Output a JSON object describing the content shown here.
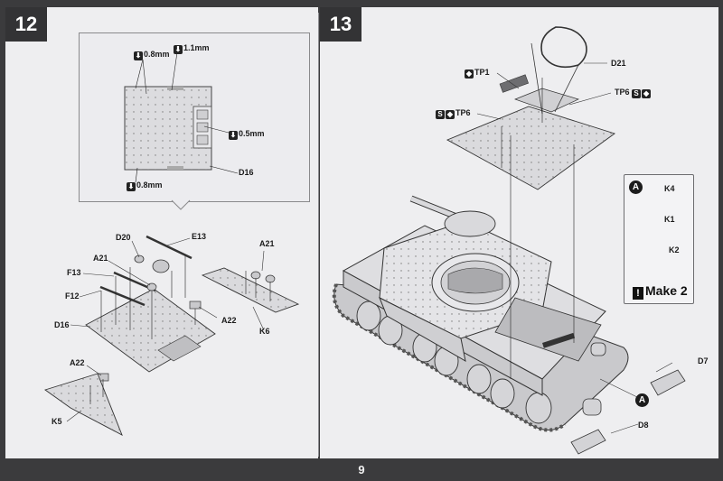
{
  "page": {
    "number": "9"
  },
  "step12": {
    "number": "12",
    "callout_labels": {
      "m08_top": "0.8mm",
      "m11": "1.1mm",
      "m05": "0.5mm",
      "m08_bottom": "0.8mm",
      "d16": "D16"
    },
    "labels": {
      "d20": "D20",
      "e13": "E13",
      "a21_left": "A21",
      "a21_right": "A21",
      "f13": "F13",
      "f12": "F12",
      "d16": "D16",
      "a22_mid": "A22",
      "a22_left": "A22",
      "k6": "K6",
      "k5": "K5"
    }
  },
  "step13": {
    "number": "13",
    "labels": {
      "d21": "D21",
      "tp1": "TP1",
      "tp6_right": "TP6",
      "tp6_left": "TP6",
      "d7": "D7",
      "d8": "D8"
    },
    "marker": "A",
    "legend": {
      "marker": "A",
      "k4": "K4",
      "k1": "K1",
      "k2": "K2",
      "make": "Make 2"
    }
  },
  "colors": {
    "background": "#3b3b3d",
    "sheet": "#eeeef0",
    "step_box": "#333335",
    "ink": "#1b1b1b",
    "part_fill": "#d9d9dc"
  },
  "icons": [
    "drill-icon",
    "glue-icon",
    "paint-icon",
    "exclamation-icon"
  ]
}
